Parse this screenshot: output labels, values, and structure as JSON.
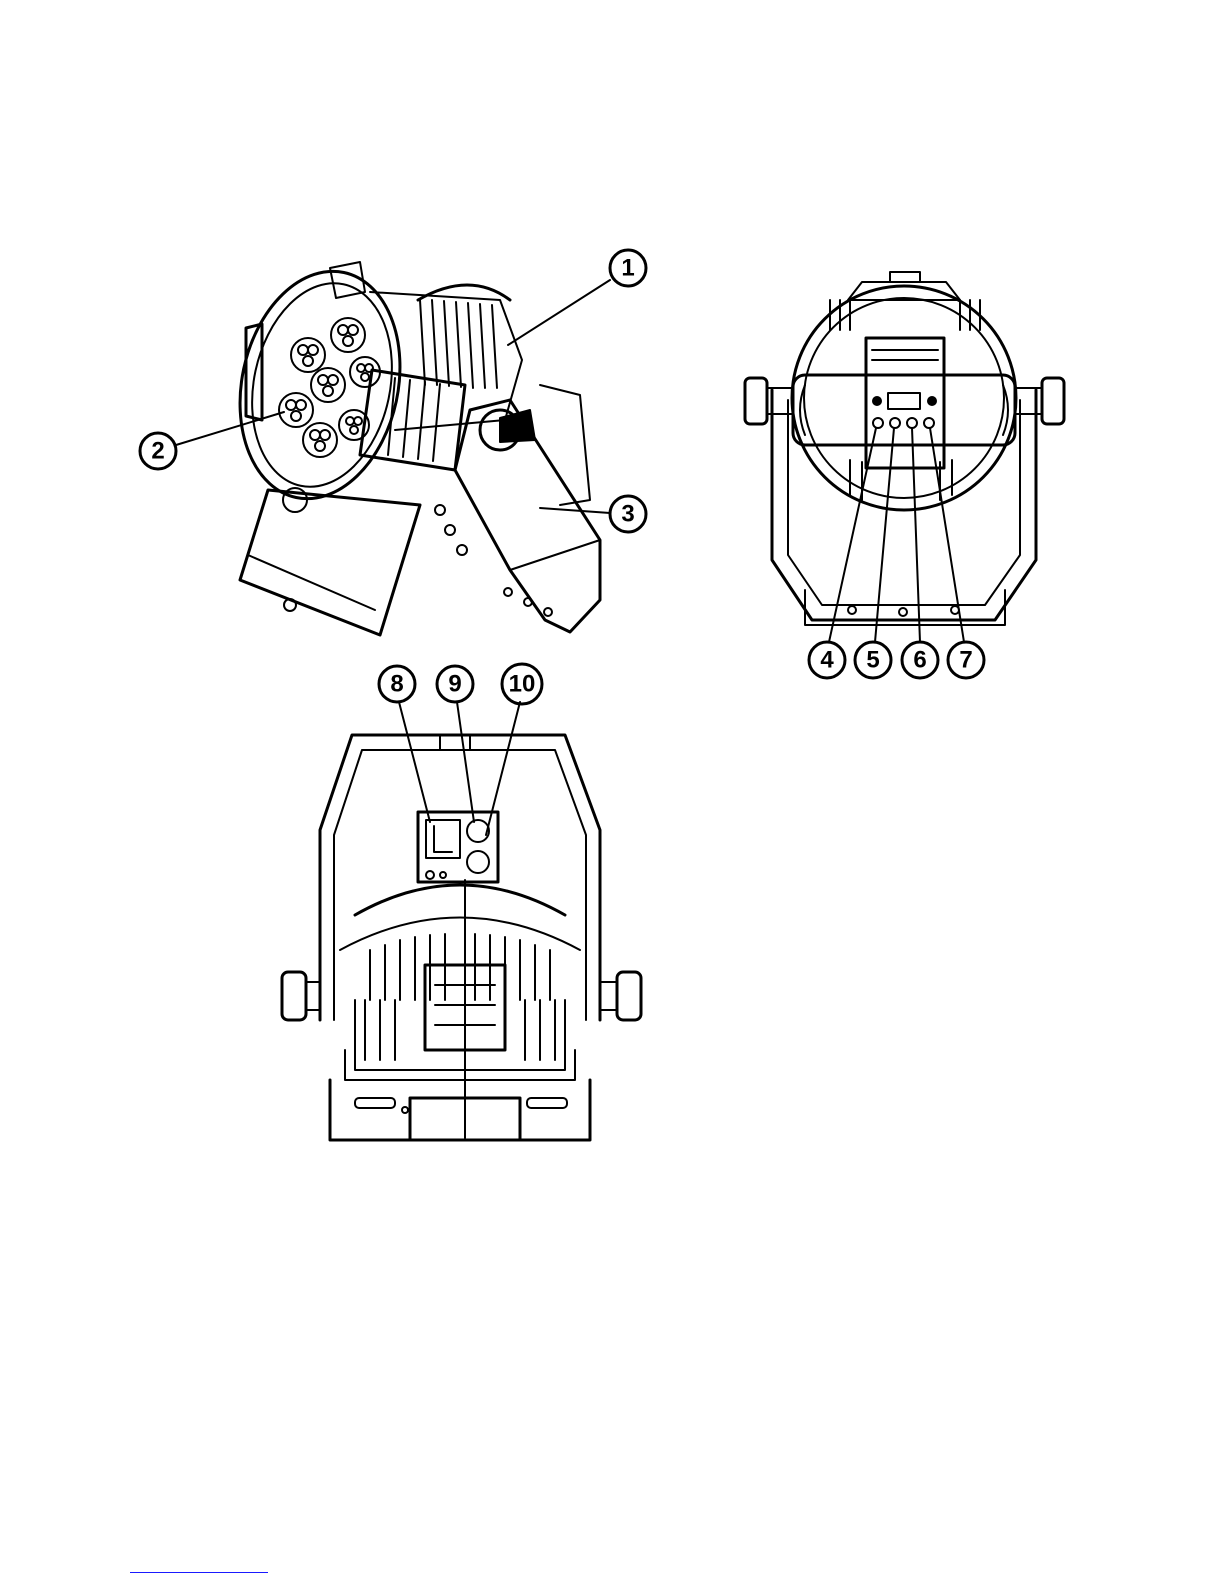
{
  "figure": {
    "views": [
      {
        "id": "front-perspective-view",
        "callouts": [
          "1",
          "2",
          "3"
        ]
      },
      {
        "id": "rear-control-panel-view",
        "callouts": [
          "4",
          "5",
          "6",
          "7"
        ]
      },
      {
        "id": "rear-connector-view",
        "callouts": [
          "8",
          "9",
          "10"
        ]
      }
    ]
  },
  "callouts": {
    "c1": "1",
    "c2": "2",
    "c3": "3",
    "c4": "4",
    "c5": "5",
    "c6": "6",
    "c7": "7",
    "c8": "8",
    "c9": "9",
    "c10": "10"
  },
  "colors": {
    "ink": "#000000",
    "background": "#ffffff",
    "footer_rule": "#1a1aff"
  }
}
